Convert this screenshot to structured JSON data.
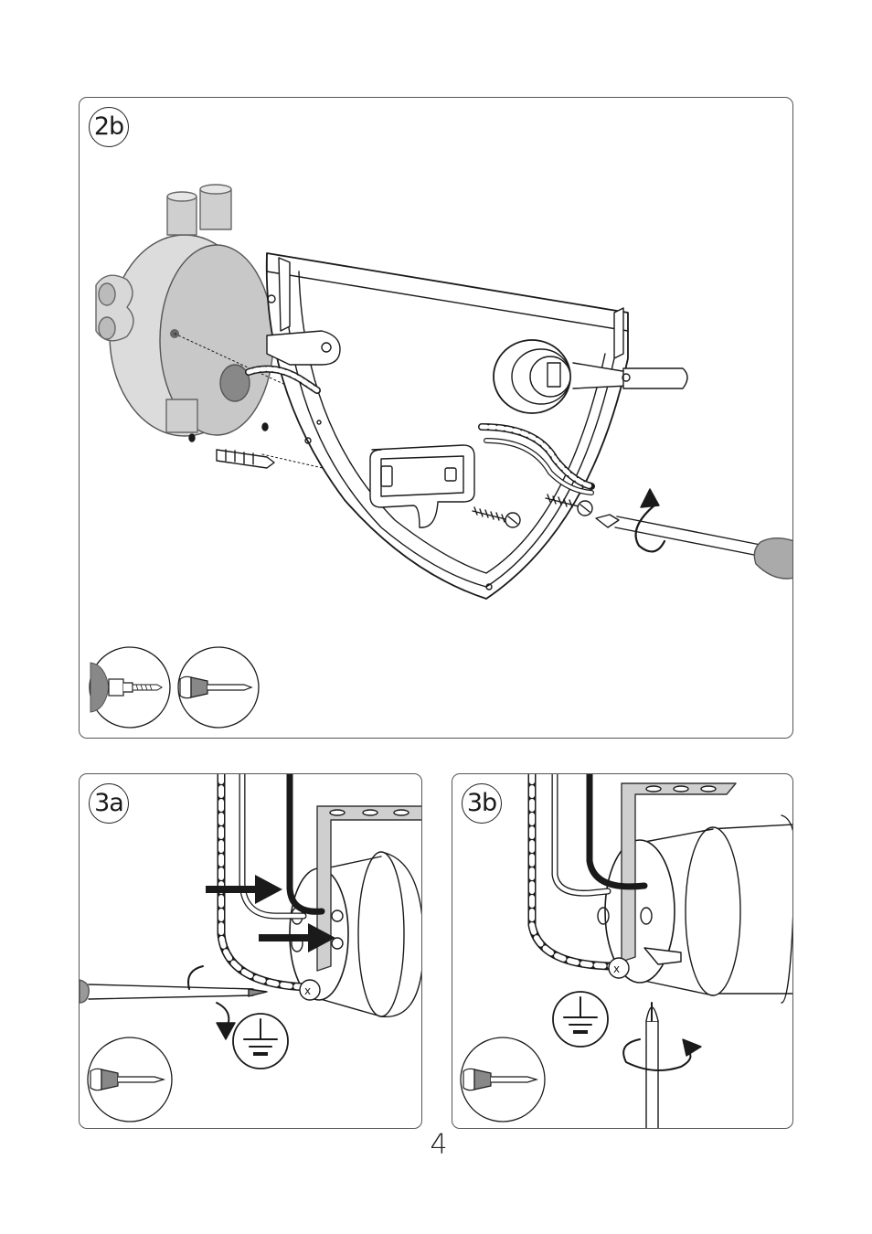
{
  "steps": {
    "step_2b": {
      "label": "2b"
    },
    "step_3a": {
      "label": "3a"
    },
    "step_3b": {
      "label": "3b"
    }
  },
  "icons": {
    "tools_2b": [
      "drill-icon",
      "screwdriver-icon"
    ],
    "tools_3a": [
      "screwdriver-icon"
    ],
    "tools_3b": [
      "screwdriver-icon"
    ],
    "ground": "earth-ground-symbol-icon",
    "rotation": "rotation-arrow-icon",
    "insert": "push-arrow-icon"
  },
  "colors": {
    "line": "#1a1a1a",
    "grey_fill": "#cfcfcf",
    "border": "#555555"
  },
  "footer": {
    "page_number": "4"
  }
}
